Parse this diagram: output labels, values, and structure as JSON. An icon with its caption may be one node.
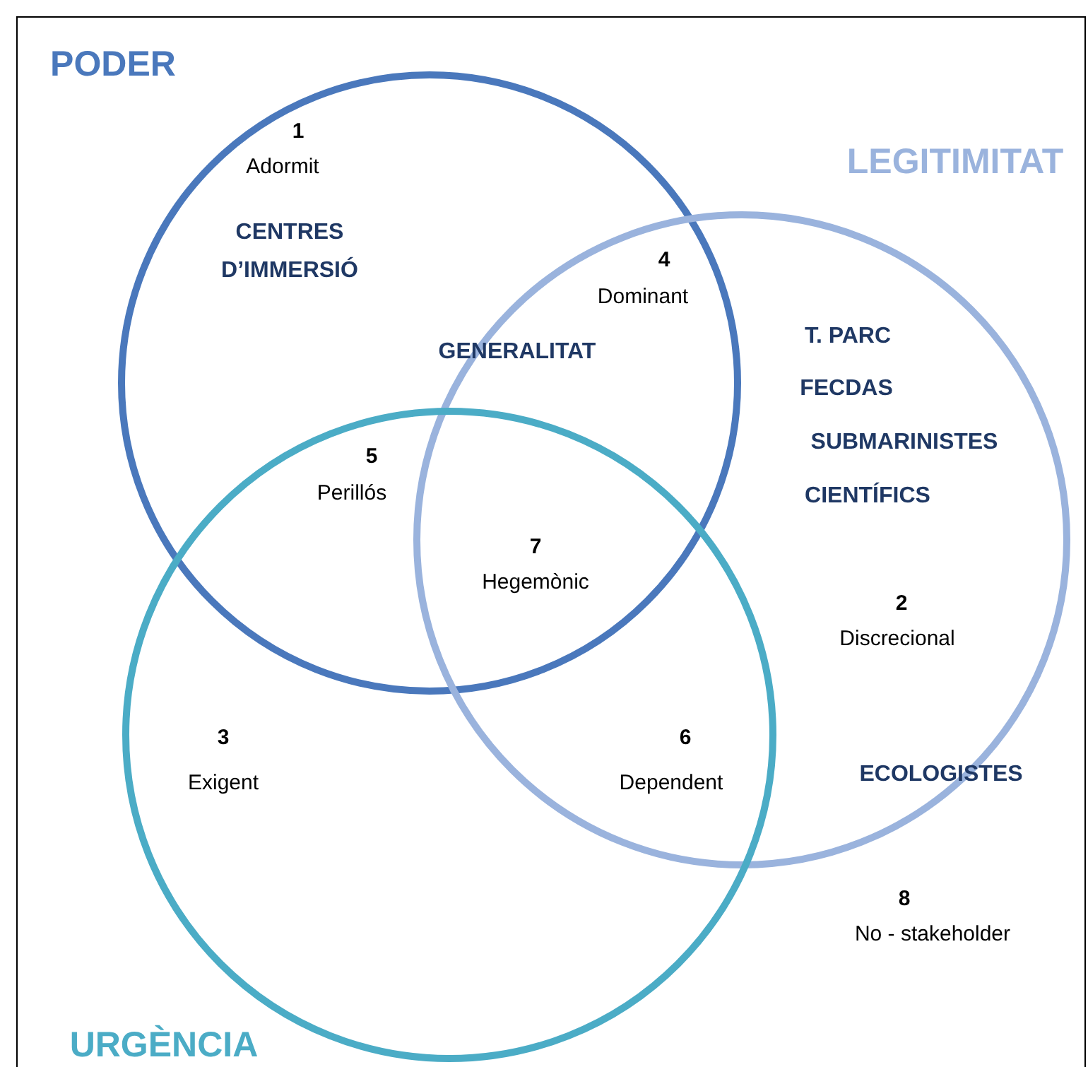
{
  "diagram": {
    "nodes": [
      {
        "text": [
          "PODER"
        ]
      },
      {
        "text": [
          "LEGITIMITAT"
        ]
      },
      {
        "text": [
          "URGÈNCIA"
        ]
      }
    ],
    "labels": [
      "1",
      "Adormit",
      "CENTRES D’IMMERSIÓ",
      "4",
      "Dominant",
      "GENERALITAT",
      "T. PARC",
      "FECDAS",
      "SUBMARINISTES",
      "CIENTÍFICS",
      "5",
      "Perillós",
      "7",
      "Hegemònic",
      "2",
      "Discrecional",
      "3",
      "Exigent",
      "6",
      "Dependent",
      "ECOLOGISTES",
      "8",
      "No - stakeholder"
    ]
  }
}
